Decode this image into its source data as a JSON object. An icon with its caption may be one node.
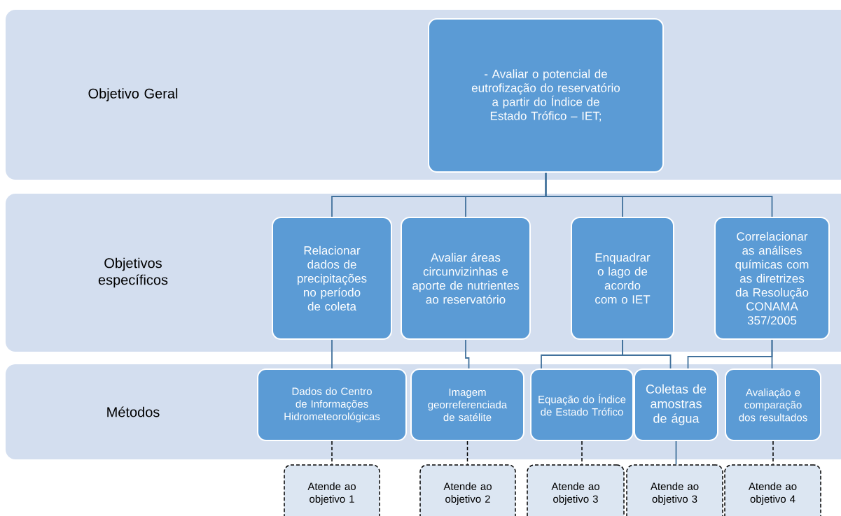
{
  "diagram": {
    "nodes": [
      {
        "text": [
          "Objetivo Geral"
        ]
      },
      {
        "text": [
          "- Avaliar o potencial de eutrofização do reservatório a partir do Índice de Estado Trófico – IET;"
        ],
        "in": 0
      },
      {
        "text": [
          "Objetivos específicos"
        ]
      },
      {
        "text": [
          "Relacionar dados de precipitações no período de coleta"
        ],
        "in": 2
      },
      {
        "text": [
          "Avaliar áreas circunvizinhas e aporte de nutrientes ao reservatório"
        ],
        "in": 2
      },
      {
        "text": [
          "Enquadrar o lago de acordo com o IET"
        ],
        "in": 2
      },
      {
        "text": [
          "Correlacionar as análises químicas com as diretrizes da Resolução CONAMA 357/2005"
        ],
        "in": 2
      },
      {
        "text": [
          "Métodos"
        ]
      },
      {
        "text": [
          "Dados do Centro de Informações Hidrometeorológicas"
        ],
        "in": 7
      },
      {
        "text": [
          "Imagem georreferenciada de satélite"
        ],
        "in": 7
      },
      {
        "text": [
          "Equação do Índice de Estado Trófico"
        ],
        "in": 7
      },
      {
        "text": [
          "Coletas de amostras de água"
        ],
        "in": 7
      },
      {
        "text": [
          "Avaliação e comparação dos resultados"
        ],
        "in": 7
      },
      {
        "text": [
          "Atende ao objetivo 1"
        ]
      },
      {
        "text": [
          "Atende ao objetivo 2"
        ]
      },
      {
        "text": [
          "Atende ao objetivo 3"
        ]
      },
      {
        "text": [
          "Atende ao objetivo 3"
        ]
      },
      {
        "text": [
          "Atende ao objetivo 4"
        ]
      }
    ],
    "edges": [
      {
        "from": 1,
        "to": 3,
        "arrow": "none"
      },
      {
        "from": 1,
        "to": 4,
        "arrow": "none"
      },
      {
        "from": 1,
        "to": 5,
        "arrow": "none"
      },
      {
        "from": 1,
        "to": 6,
        "arrow": "none"
      },
      {
        "from": 3,
        "to": 8,
        "arrow": "none"
      },
      {
        "from": 4,
        "to": 9,
        "arrow": "none"
      },
      {
        "from": 5,
        "to": 10,
        "arrow": "none"
      },
      {
        "from": 5,
        "to": 11,
        "arrow": "none"
      },
      {
        "from": 6,
        "to": 11,
        "arrow": "none"
      },
      {
        "from": 6,
        "to": 12,
        "arrow": "none"
      },
      {
        "from": 8,
        "to": 13,
        "arrow": "none",
        "style": "dashed",
        "color": "#000000"
      },
      {
        "from": 9,
        "to": 14,
        "arrow": "none",
        "style": "dashed",
        "color": "#000000"
      },
      {
        "from": 10,
        "to": 15,
        "arrow": "none",
        "style": "dashed",
        "color": "#000000"
      },
      {
        "from": 11,
        "to": 16,
        "arrow": "none"
      },
      {
        "from": 12,
        "to": 17,
        "arrow": "none",
        "style": "dashed",
        "color": "#000000"
      }
    ]
  }
}
